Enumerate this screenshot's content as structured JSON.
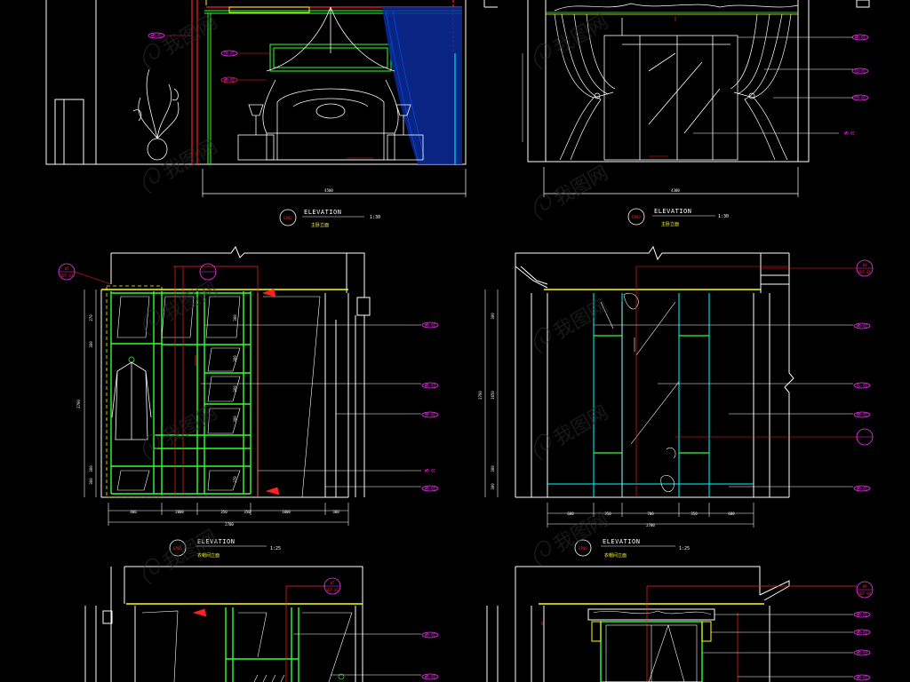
{
  "views": [
    {
      "id": "e1",
      "title": "ELEVATION",
      "tag": "EP02",
      "subtitle": "主卧立面",
      "scale": "1:30",
      "dims": [
        "4500"
      ],
      "labels": [
        "WD-01",
        "FB-01",
        "WD-02"
      ]
    },
    {
      "id": "e2",
      "title": "ELEVATION",
      "tag": "EP03",
      "subtitle": "主卧立面",
      "scale": "1:30",
      "dims": [
        "4300"
      ],
      "labels": [
        "WD-01",
        "CU-01",
        "FB-01",
        "WD-01"
      ]
    },
    {
      "id": "e3",
      "title": "ELEVATION",
      "tag": "EP05",
      "subtitle": "衣帽间立面",
      "scale": "1:25",
      "section_tag": [
        "05",
        "SDT-03"
      ],
      "dims": [
        "400",
        "2000",
        "350",
        "350",
        "1000",
        "300",
        "2700"
      ],
      "side_dims": [
        "270",
        "300",
        "300",
        "300",
        "300",
        "300",
        "300",
        "300",
        "270"
      ],
      "labels": [
        "WD-02",
        "WD-03",
        "MP-01",
        "WD-01",
        "WD-01"
      ]
    },
    {
      "id": "e4",
      "title": "ELEVATION",
      "tag": "EP06",
      "subtitle": "衣帽间立面",
      "scale": "1:25",
      "section_tag": [
        "04",
        "SDT-05"
      ],
      "dims": [
        "600",
        "350",
        "700",
        "350",
        "600",
        "2700"
      ],
      "side_dims": [
        "300",
        "1650",
        "300",
        "300"
      ],
      "labels": [
        "WD-02",
        "GL-01",
        "MP-01",
        "WD-01"
      ]
    },
    {
      "id": "e5",
      "section_tag": [
        "07",
        "SDT-02"
      ],
      "labels": [
        "WD-01",
        "WD-01"
      ]
    },
    {
      "id": "e6",
      "section_tag": [
        "09",
        "SDT-04"
      ],
      "labels": [
        "WD-01",
        "WD-02",
        "WD-03",
        "WD-01"
      ]
    }
  ],
  "watermark": "我图网",
  "colors": {
    "background": "#000000",
    "line_white": "#ffffff",
    "line_green": "#33ff33",
    "line_cyan": "#00ffff",
    "line_yellow": "#ffff00",
    "line_red": "#ff2020",
    "line_magenta": "#ff33ff",
    "curtain_blue": "#0a2a9a"
  }
}
